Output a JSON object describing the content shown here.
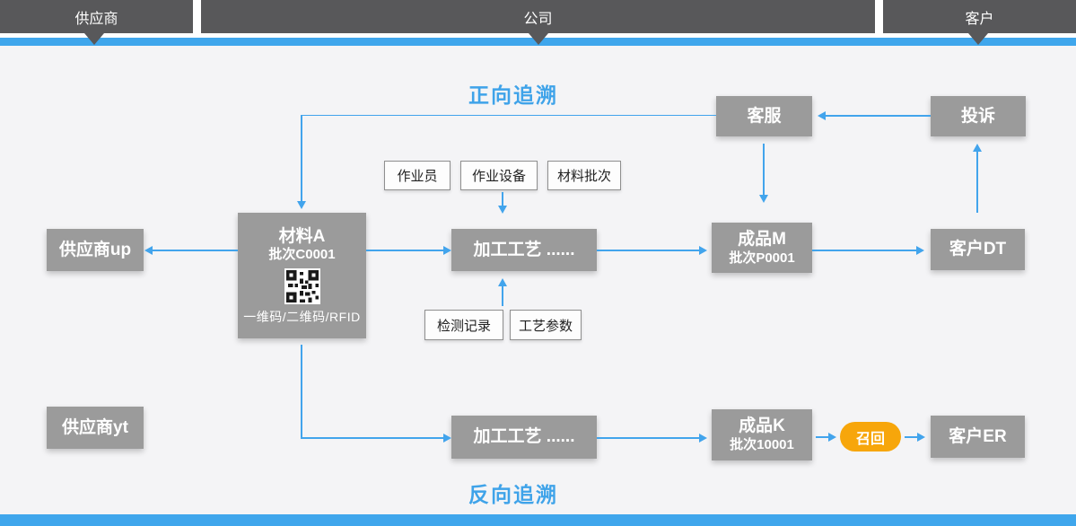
{
  "header": {
    "segments": [
      {
        "label": "供应商"
      },
      {
        "label": "公司"
      },
      {
        "label": "客户"
      }
    ]
  },
  "titles": {
    "forward": "正向追溯",
    "backward": "反向追溯"
  },
  "nodes": {
    "customer_service": "客服",
    "complaint": "投诉",
    "material_a": {
      "name": "材料A",
      "batch": "批次C0001",
      "caption": "一维码/二维码/RFID"
    },
    "supplier_up": "供应商up",
    "process_top": "加工工艺  ......",
    "product_m": {
      "name": "成品M",
      "batch": "批次P0001"
    },
    "customer_dt": "客户DT",
    "supplier_yt": "供应商yt",
    "process_bottom": "加工工艺  ......",
    "product_k": {
      "name": "成品K",
      "batch": "批次10001"
    },
    "recall": "召回",
    "customer_er": "客户ER"
  },
  "tags": {
    "worker": "作业员",
    "equipment": "作业设备",
    "material_batch": "材料批次",
    "inspection_record": "检测记录",
    "process_params": "工艺参数"
  },
  "colors": {
    "header_bar": "#58585A",
    "accent_blue": "#3FA6EC",
    "node_gray": "#9B9B9B",
    "recall_orange": "#F7A60B",
    "background": "#F4F4F6"
  }
}
